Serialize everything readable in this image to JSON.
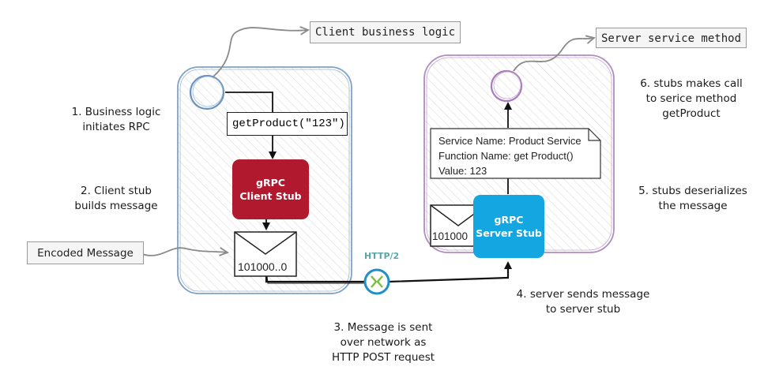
{
  "labels": {
    "client_business_logic": "Client business logic",
    "server_service_method": "Server service method",
    "encoded_message": "Encoded Message"
  },
  "steps": {
    "step1": [
      "1. Business logic",
      "initiates RPC"
    ],
    "step2": [
      "2. Client stub",
      "builds message"
    ],
    "step3": [
      "3. Message is sent",
      "over network as",
      "HTTP POST request"
    ],
    "step4": [
      "4. server sends message",
      "to server stub"
    ],
    "step5": [
      "5. stubs deserializes",
      "the message"
    ],
    "step6": [
      "6. stubs makes call",
      "to serice method",
      "getProduct"
    ]
  },
  "client": {
    "call": "getProduct(\"123\")",
    "stub": [
      "gRPC",
      "Client Stub"
    ],
    "envelope_text": "101000..0"
  },
  "server": {
    "note": [
      "Service Name: Product Service",
      "Function Name: get Product()",
      "Value: 123"
    ],
    "stub": [
      "gRPC",
      "Server Stub"
    ],
    "envelope_text": "101000"
  },
  "network": {
    "protocol": "HTTP/2"
  },
  "colors": {
    "client_container": "#7fa3c8",
    "server_container": "#b08cc0",
    "client_stub": "#b1192f",
    "server_stub": "#14a6e0",
    "network_node": "#1f8fc7",
    "network_arrows": "#7bbf3a"
  }
}
